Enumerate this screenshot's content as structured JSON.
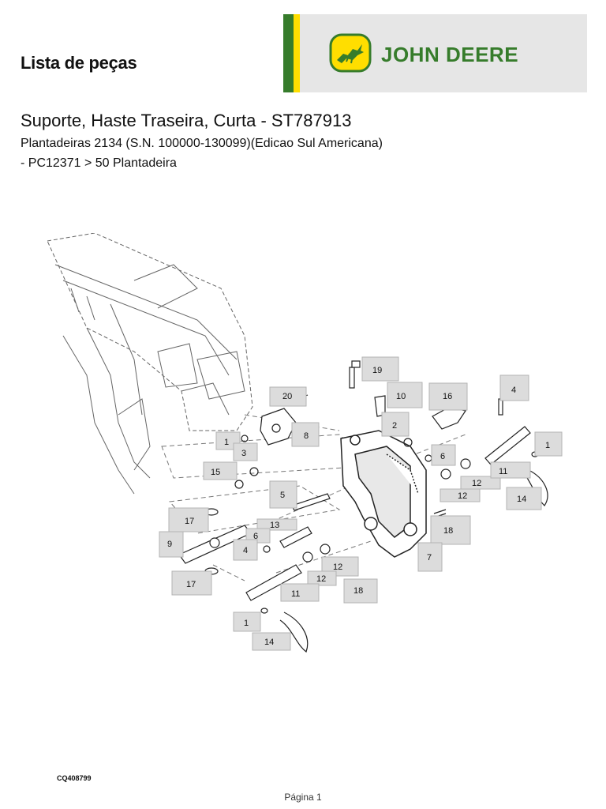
{
  "header": {
    "doc_type": "Lista de peças",
    "brand_name": "JOHN DEERE"
  },
  "document": {
    "title": "Suporte, Haste Traseira, Curta - ST787913",
    "subtitle": "Plantadeiras 2134 (S.N. 100000-130099)(Edicao Sul Americana)",
    "subtitle2": "- PC12371 > 50 Plantadeira"
  },
  "figure": {
    "id": "CQ408799",
    "callouts": [
      "19",
      "10",
      "16",
      "4",
      "20",
      "8",
      "2",
      "6",
      "1",
      "1",
      "3",
      "15",
      "5",
      "12",
      "12",
      "11",
      "14",
      "17",
      "13",
      "6",
      "9",
      "4",
      "18",
      "7",
      "12",
      "17",
      "12",
      "11",
      "18",
      "1",
      "14"
    ]
  },
  "footer": {
    "page_label": "Página 1"
  },
  "colors": {
    "brand_green": "#367c2b",
    "brand_yellow": "#ffde00",
    "callout_fill": "#dcdcdc"
  }
}
